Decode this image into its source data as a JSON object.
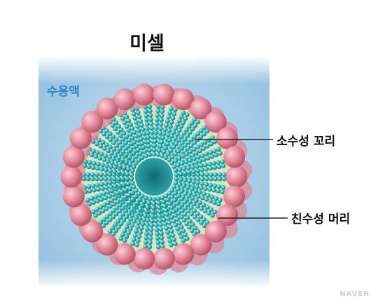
{
  "title": "미셀",
  "water_label": "수용액",
  "labels": {
    "hydrophobic_tail": "소수성 꼬리",
    "hydrophilic_head": "친수성 머리"
  },
  "watermark": "NAVER",
  "colors": {
    "water": "#9cc4e0",
    "head": "#e68d9e",
    "tail": "#2bb3b6",
    "core": "#2a8f95",
    "text_water": "#2b86c5"
  }
}
